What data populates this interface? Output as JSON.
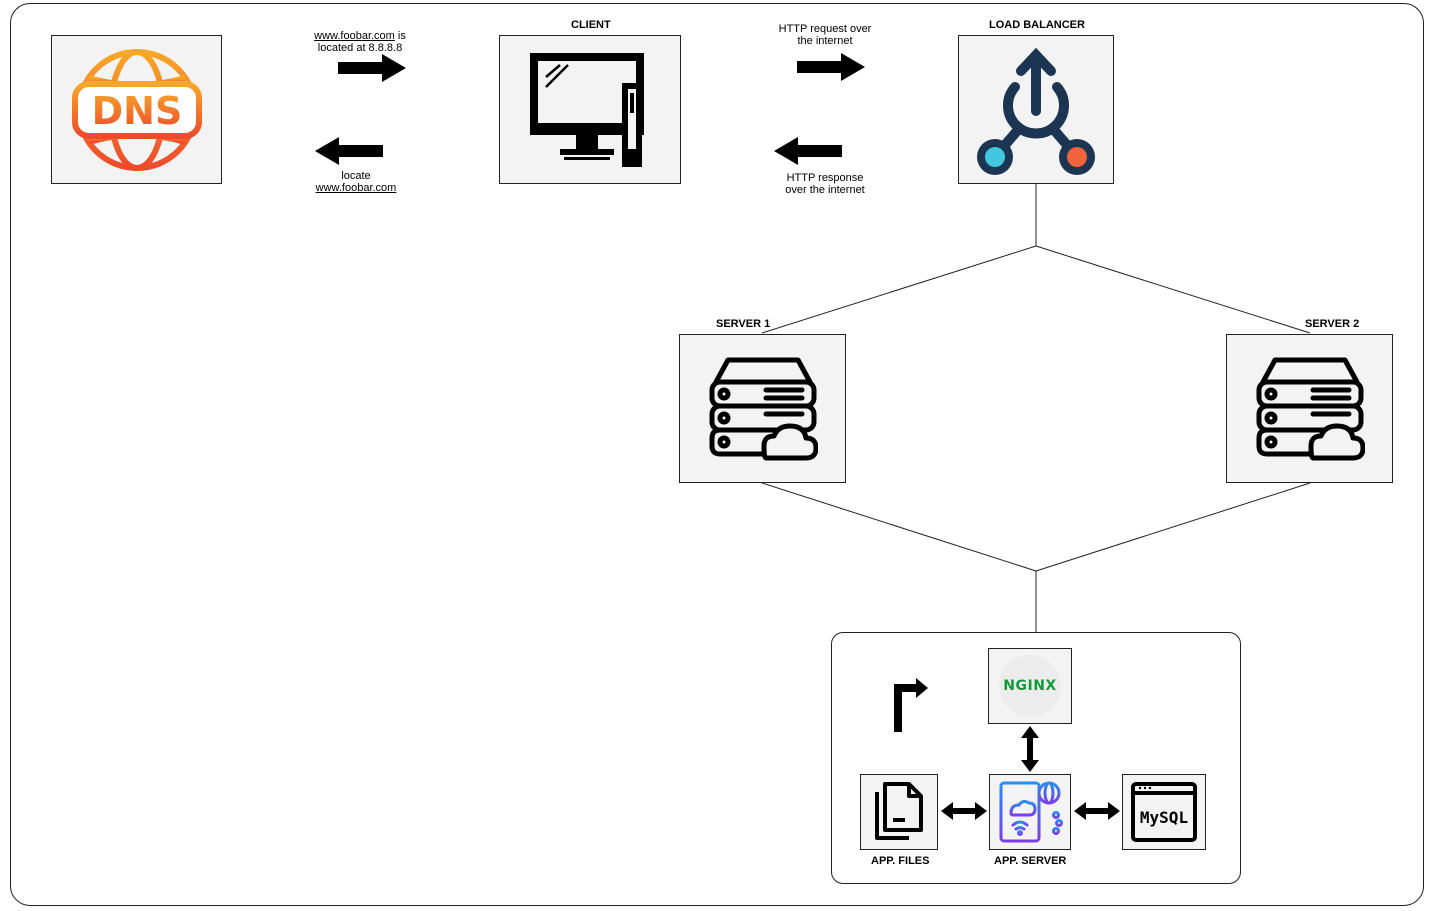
{
  "labels": {
    "client": "CLIENT",
    "load_balancer": "LOAD BALANCER",
    "server1": "SERVER 1",
    "server2": "SERVER 2",
    "app_files": "APP. FILES",
    "app_server": "APP. SERVER"
  },
  "dns": {
    "logo_text": "DNS",
    "answer_domain": "www.foobar.com",
    "answer_suffix": " is",
    "answer_line2": "located at 8.8.8.8",
    "query_line1": "locate",
    "query_domain": "www.foobar.com"
  },
  "http": {
    "request_line1": "HTTP request over",
    "request_line2": "the internet",
    "response_line1": "HTTP response",
    "response_line2": "over the internet"
  },
  "stack": {
    "nginx_logo": "NGINX",
    "mysql_logo": "MySQL"
  },
  "colors": {
    "dns_gradient_top": "#f7a829",
    "dns_gradient_bottom": "#ee4a2b",
    "lb_dark": "#1c3553",
    "lb_left_dot": "#3fc8e0",
    "lb_right_dot": "#f0643c",
    "nginx_green": "#129a3a",
    "app_server_purple": "#7b3fe4",
    "app_server_blue": "#2d8cf0"
  },
  "icons": {
    "dns": "dns-globe-icon",
    "client": "desktop-computer-icon",
    "load_balancer": "load-balancer-icon",
    "server": "cloud-server-icon",
    "nginx": "nginx-logo",
    "app_files": "documents-icon",
    "app_server": "cloud-app-server-icon",
    "mysql": "mysql-logo"
  }
}
